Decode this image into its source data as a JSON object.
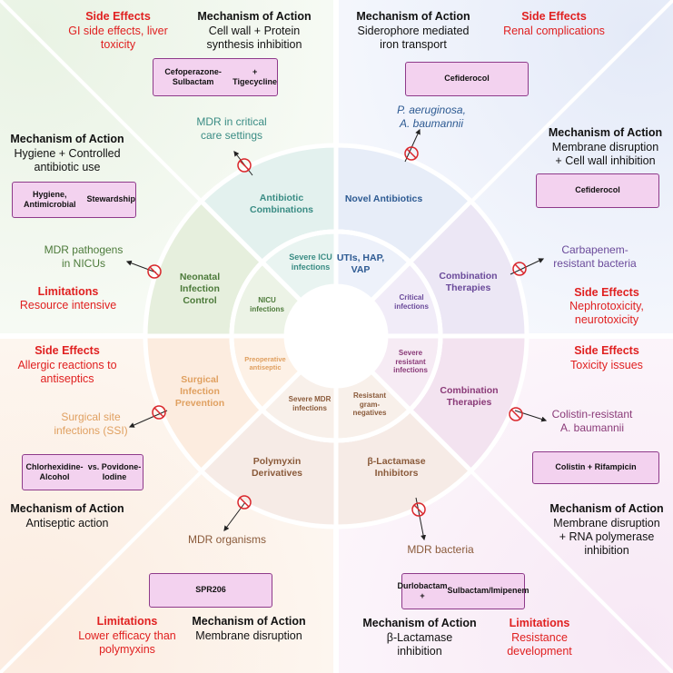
{
  "colors": {
    "accent_red": "#e02020",
    "box_fill": "#f3d2ef",
    "box_border": "#8e3a8a"
  },
  "icons": {
    "prohibit": "prohibition-icon"
  },
  "top_left": {
    "side_effects_title": "Side Effects",
    "side_effects_text": [
      "GI side effects, liver",
      "toxicity"
    ],
    "moa_title": "Mechanism of Action",
    "moa_text": [
      "Cell wall +   Protein",
      "synthesis inhibition"
    ],
    "drug": [
      "Cefoperazone-Sulbactam",
      "+ Tigecycline"
    ],
    "pathogen": [
      "MDR in critical",
      "care settings"
    ]
  },
  "top_right": {
    "moa_title": "Mechanism of Action",
    "moa_text": [
      "Siderophore mediated",
      "iron transport"
    ],
    "side_effects_title": "Side Effects",
    "side_effects_text": [
      "Renal complications"
    ],
    "drug": [
      "Cefiderocol"
    ],
    "pathogen": [
      "P. aeruginosa,",
      "A. baumannii"
    ]
  },
  "left_upper": {
    "moa_title": "Mechanism of Action",
    "moa_text": [
      "Hygiene + Controlled",
      "antibiotic use"
    ],
    "drug": [
      "Hygiene, Antimicrobial",
      "Stewardship"
    ],
    "pathogen": [
      "MDR pathogens",
      "in NICUs"
    ],
    "limitations_title": "Limitations",
    "limitations_text": [
      "Resource intensive"
    ]
  },
  "right_upper": {
    "moa_title": "Mechanism of Action",
    "moa_text": [
      "Membrane disruption",
      "+ Cell wall inhibition"
    ],
    "drug": [
      "Cefiderocol"
    ],
    "pathogen": [
      "Carbapenem-",
      "resistant bacteria"
    ],
    "side_effects_title": "Side Effects",
    "side_effects_text": [
      "Nephrotoxicity,",
      "neurotoxicity"
    ]
  },
  "left_lower": {
    "side_effects_title": "Side Effects",
    "side_effects_text": [
      "Allergic reactions to",
      "antiseptics"
    ],
    "pathogen": [
      "Surgical site",
      "infections (SSI)"
    ],
    "drug": [
      "Chlorhexidine-Alcohol",
      "vs. Povidone-Iodine"
    ],
    "moa_title": "Mechanism of Action",
    "moa_text": [
      "Antiseptic action"
    ]
  },
  "right_lower": {
    "side_effects_title": "Side Effects",
    "side_effects_text": [
      "Toxicity issues"
    ],
    "pathogen": [
      "Colistin-resistant",
      "A. baumannii"
    ],
    "drug": [
      "Colistin + Rifampicin"
    ],
    "moa_title": "Mechanism of Action",
    "moa_text": [
      "Membrane disruption",
      "+ RNA polymerase",
      "inhibition"
    ]
  },
  "bottom_left": {
    "pathogen": [
      "MDR organisms"
    ],
    "drug": [
      "SPR206"
    ],
    "limitations_title": "Limitations",
    "limitations_text": [
      "Lower efficacy than",
      "polymyxins"
    ],
    "moa_title": "Mechanism of Action",
    "moa_text": [
      "Membrane disruption"
    ]
  },
  "bottom_right": {
    "pathogen": [
      "MDR bacteria"
    ],
    "drug": [
      "Durlobactam +",
      "Sulbactam/Imipenem"
    ],
    "moa_title": "Mechanism of Action",
    "moa_text": [
      "β-Lactamase",
      "inhibition"
    ],
    "limitations_title": "Limitations",
    "limitations_text": [
      "Resistance",
      "development"
    ]
  },
  "wheel_segments": {
    "antibiotic_combinations": [
      "Antibiotic",
      "Combinations"
    ],
    "novel_antibiotics": [
      "Novel Antibiotics"
    ],
    "combination_therapies_upper": [
      "Combination",
      "Therapies"
    ],
    "combination_therapies_lower": [
      "Combination",
      "Therapies"
    ],
    "beta_lactamase_inhibitors": [
      "β-Lactamase",
      "Inhibitors"
    ],
    "polymyxin_derivatives": [
      "Polymyxin",
      "Derivatives"
    ],
    "surgical_infection_prevention": [
      "Surgical",
      "Infection",
      "Prevention"
    ],
    "neonatal_infection_control": [
      "Neonatal",
      "Infection",
      "Control"
    ]
  },
  "inner_ring": {
    "severe_icu": [
      "Severe ICU",
      "infections"
    ],
    "utis_hap_vap": [
      "UTIs, HAP,",
      "VAP"
    ],
    "critical": [
      "Critical",
      "infections"
    ],
    "severe_resistant": [
      "Severe",
      "resistant",
      "infections"
    ],
    "resistant_gram_negatives": [
      "Resistant",
      "gram-",
      "negatives"
    ],
    "severe_mdr": [
      "Severe MDR",
      "infections"
    ],
    "preoperative": [
      "Preoperative",
      "antiseptic"
    ],
    "nicu": [
      "NICU",
      "infections"
    ]
  }
}
